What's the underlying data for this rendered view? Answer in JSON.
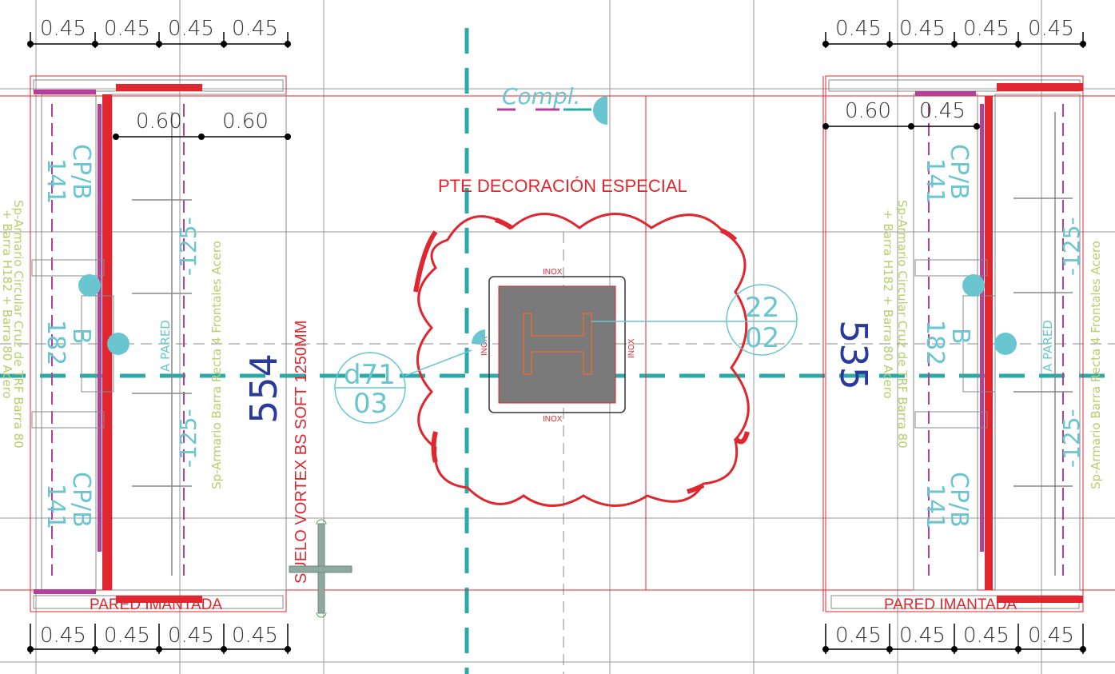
{
  "colors": {
    "grid": "#9a9a9a",
    "red": "#e0262e",
    "cyan": "#2aa9a9",
    "light_cyan": "#69c6d0",
    "magenta": "#b5409a",
    "green_text": "#b5d06a",
    "blue_text": "#2a3a9a",
    "gray_fill": "#7a7a7a"
  },
  "annotations": {
    "compl": "Compl.",
    "pte": "PTE DECORACIÓN ESPECIAL",
    "suelo": "SUELO VORTEX BS SOFT 1250MM",
    "dim_554": "554",
    "dim_535": "535",
    "inox": "INOX",
    "tag_left_top": "d71",
    "tag_left_bottom": "03",
    "tag_right_top": "22",
    "tag_right_bottom": "02",
    "pared_imantada": "PARED IMANTADA",
    "a_pared": "A PARED",
    "cp_label": "CP/B",
    "cp_num": "141",
    "b_label": "B",
    "b_num": "182",
    "dash_125": "-125-",
    "armario_left_1": "Sp-Armario Circular Cruz de TRF Barra 80",
    "armario_left_2": "+ Barra H182 + Barra 80 Acero",
    "armario_mid": "Sp-Armario Barra Recta 4 Frontales Acero",
    "armario_right_1": "Sp-Armario Circular Cruz de TRF Barra 80",
    "armario_right_2": "+ Barra H182 + Barra 80 Acero",
    "armario_right_mid": "Sp-Armario Barra Recta 4 Frontales Acero"
  },
  "dimensions": {
    "top_left": [
      "0.45",
      "0.45",
      "0.45",
      "0.45"
    ],
    "bottom_left": [
      "0.45",
      "0.45",
      "0.45",
      "0.45"
    ],
    "top_right": [
      "0.45",
      "0.45",
      "0.45",
      "0.45"
    ],
    "bottom_right": [
      "0.45",
      "0.45",
      "0.45",
      "0.45"
    ],
    "inner_left": [
      "0.60",
      "0.60"
    ],
    "inner_right": [
      "0.60",
      "0.45"
    ]
  }
}
